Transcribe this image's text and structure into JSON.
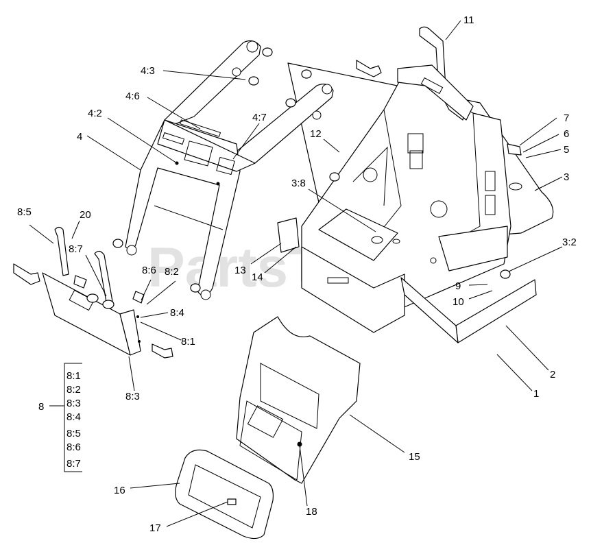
{
  "watermark": "PartsTree",
  "callouts": [
    {
      "id": "11",
      "text": "11"
    },
    {
      "id": "4_3",
      "text": "4:3"
    },
    {
      "id": "4_6",
      "text": "4:6"
    },
    {
      "id": "4_2",
      "text": "4:2"
    },
    {
      "id": "4_7",
      "text": "4:7"
    },
    {
      "id": "4",
      "text": "4"
    },
    {
      "id": "12",
      "text": "12"
    },
    {
      "id": "7",
      "text": "7"
    },
    {
      "id": "6",
      "text": "6"
    },
    {
      "id": "5",
      "text": "5"
    },
    {
      "id": "3",
      "text": "3"
    },
    {
      "id": "3_8",
      "text": "3:8"
    },
    {
      "id": "8_5",
      "text": "8:5"
    },
    {
      "id": "20",
      "text": "20"
    },
    {
      "id": "8_7",
      "text": "8:7"
    },
    {
      "id": "3_2",
      "text": "3:2"
    },
    {
      "id": "13",
      "text": "13"
    },
    {
      "id": "14",
      "text": "14"
    },
    {
      "id": "8_6",
      "text": "8:6"
    },
    {
      "id": "8_2",
      "text": "8:2"
    },
    {
      "id": "9",
      "text": "9"
    },
    {
      "id": "10",
      "text": "10"
    },
    {
      "id": "8_4",
      "text": "8:4"
    },
    {
      "id": "8_1",
      "text": "8:1"
    },
    {
      "id": "2",
      "text": "2"
    },
    {
      "id": "1",
      "text": "1"
    },
    {
      "id": "8_3",
      "text": "8:3"
    },
    {
      "id": "15",
      "text": "15"
    },
    {
      "id": "8",
      "text": "8"
    },
    {
      "id": "16",
      "text": "16"
    },
    {
      "id": "18",
      "text": "18"
    },
    {
      "id": "17",
      "text": "17"
    }
  ],
  "kit_group": {
    "label": "8",
    "items": [
      "8:1",
      "8:2",
      "8:3",
      "8:4",
      "8:5",
      "8:6",
      "8:7"
    ]
  }
}
